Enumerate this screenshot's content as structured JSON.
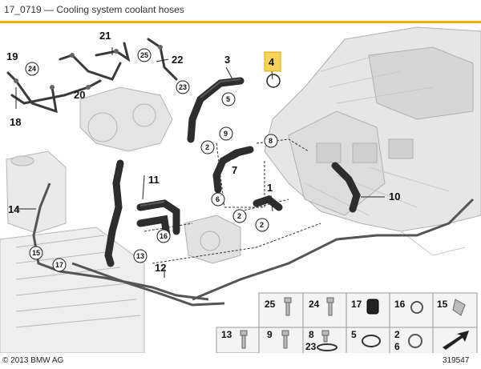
{
  "header": {
    "title": "17_0719 — Cooling system coolant hoses",
    "accent_color": "#f0b400"
  },
  "callouts": {
    "c1": "1",
    "c2a": "2",
    "c2b": "2",
    "c2c": "2",
    "c3": "3",
    "c4": "4",
    "c5a": "5",
    "c6": "6",
    "c7": "7",
    "c8": "8",
    "c9": "9",
    "c10": "10",
    "c11": "11",
    "c12": "12",
    "c13": "13",
    "c14": "14",
    "c15a": "15",
    "c16": "16",
    "c17": "17",
    "c18": "18",
    "c19": "19",
    "c20": "20",
    "c21": "21",
    "c22": "22",
    "c23": "23",
    "c24": "24",
    "c25": "25"
  },
  "parts_table": {
    "row1": [
      "25",
      "24",
      "17",
      "16",
      "15"
    ],
    "row2": [
      "13",
      "9",
      "8",
      "5",
      "2"
    ],
    "row2_extra": [
      "23",
      "6"
    ]
  },
  "footer": {
    "copyright": "© 2013 BMW AG",
    "diagram_id": "319547"
  }
}
